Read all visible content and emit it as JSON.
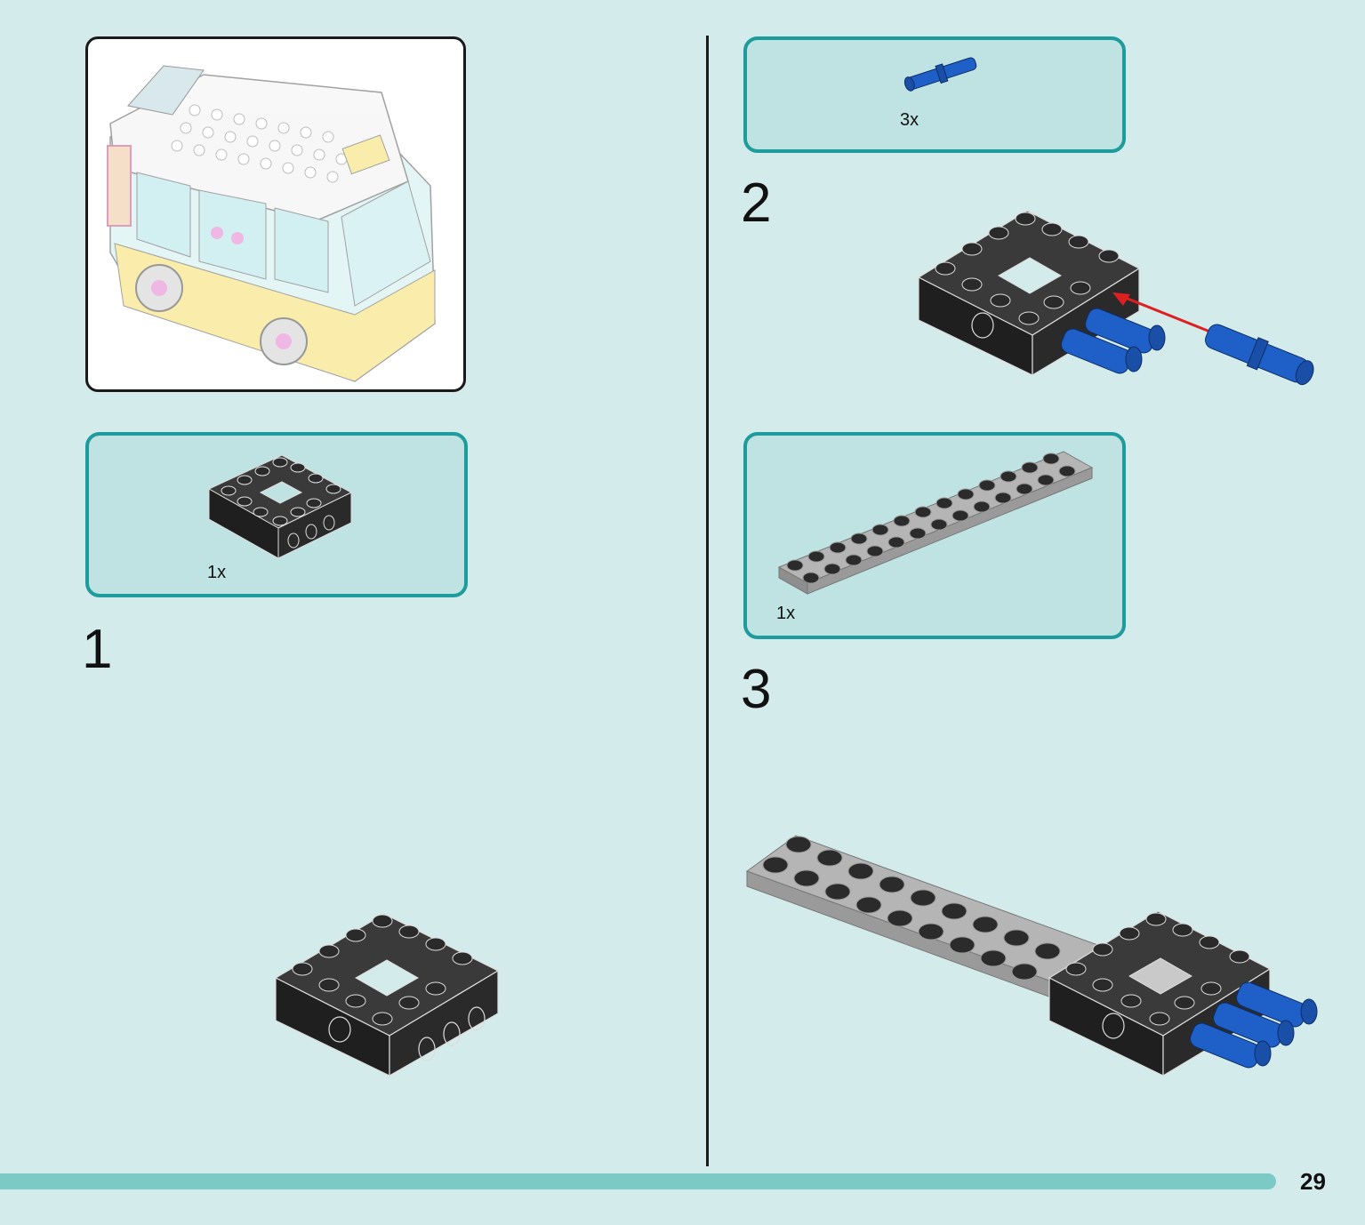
{
  "page": {
    "number": "29"
  },
  "colors": {
    "background": "#d3ebea",
    "parts_box": "#bfe3e2",
    "parts_border": "#1e9b9c",
    "progress_bar": "#7ccac6",
    "brick_black": "#2a2a2a",
    "pin_blue": "#1f5fc8",
    "plate_gray": "#a7a7a7",
    "arrow_red": "#e02020"
  },
  "steps": [
    {
      "number": "1",
      "parts_qty": "1x"
    },
    {
      "number": "2",
      "parts_qty": "3x"
    },
    {
      "number": "3",
      "parts_qty": "1x"
    }
  ]
}
